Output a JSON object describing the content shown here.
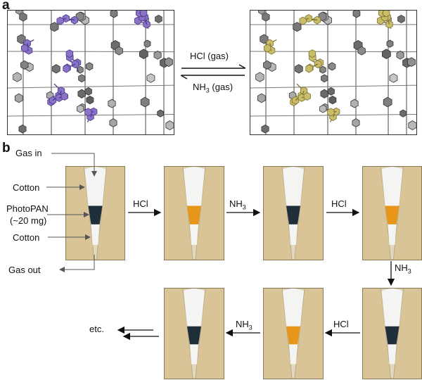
{
  "panel_a": {
    "label": "a",
    "forward_label": "HCl (gas)",
    "reverse_label_main": "NH",
    "reverse_label_sub": "3",
    "reverse_label_tail": " (gas)",
    "left_color": "#8a72c8",
    "right_color": "#c9bd6a"
  },
  "panel_b": {
    "label": "b",
    "annotations": {
      "gas_in": "Gas in",
      "cotton_top": "Cotton",
      "photopan_line1": "PhotoPAN",
      "photopan_line2": "(~20 mg)",
      "cotton_bottom": "Cotton",
      "gas_out": "Gas out"
    },
    "steps": {
      "s1": "HCl",
      "s2_main": "NH",
      "s2_sub": "3",
      "s3": "HCl",
      "s4_main": "NH",
      "s4_sub": "3",
      "s5": "HCl",
      "s6_main": "NH",
      "s6_sub": "3",
      "etc": "etc."
    },
    "colors": {
      "dark_state": "#1e2f3a",
      "acid_state": "#e8961a",
      "cotton": "#f4f4f2",
      "background": "#d9c497"
    }
  }
}
